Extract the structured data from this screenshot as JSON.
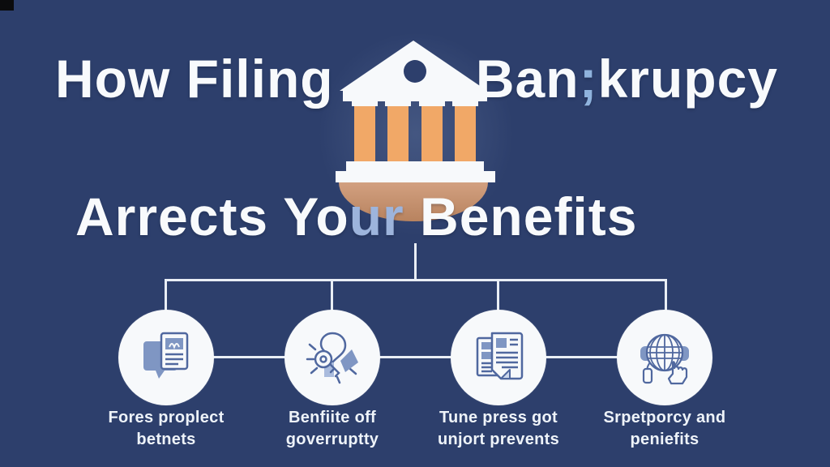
{
  "title": {
    "line1_left": "How Filing",
    "line1_right_pre": "Ban",
    "line1_right_sep": ";",
    "line1_right_post": "krupcy",
    "line2_pre": "Arrects Yo",
    "line2_highlight": "ur",
    "line2_post": " Benefits"
  },
  "hero": {
    "icon": "bank-building-icon"
  },
  "colors": {
    "background": "#2d3f6c",
    "headline_text": "#f8fafc",
    "highlight_text": "#9db4dc",
    "bank_white": "#f7f9fb",
    "column_orange": "#f1a867",
    "base_tan_top": "#d2a080",
    "base_tan_bottom": "#b8835f",
    "connector": "#e9eef5",
    "circle_fill": "#f7f9fb",
    "icon_blue_fill": "#7f96c3",
    "icon_blue_stroke": "#50689f"
  },
  "items": [
    {
      "icon": "chat-document-icon",
      "caption_line1": "Fores proplect",
      "caption_line2": "betnets"
    },
    {
      "icon": "key-badge-icon",
      "caption_line1": "Benfiite off",
      "caption_line2": "goverruptty"
    },
    {
      "icon": "newspaper-icon",
      "caption_line1": "Tune press got",
      "caption_line2": "unjort prevents"
    },
    {
      "icon": "globe-click-icon",
      "caption_line1": "Srpetporcy and",
      "caption_line2": "peniefits"
    }
  ]
}
